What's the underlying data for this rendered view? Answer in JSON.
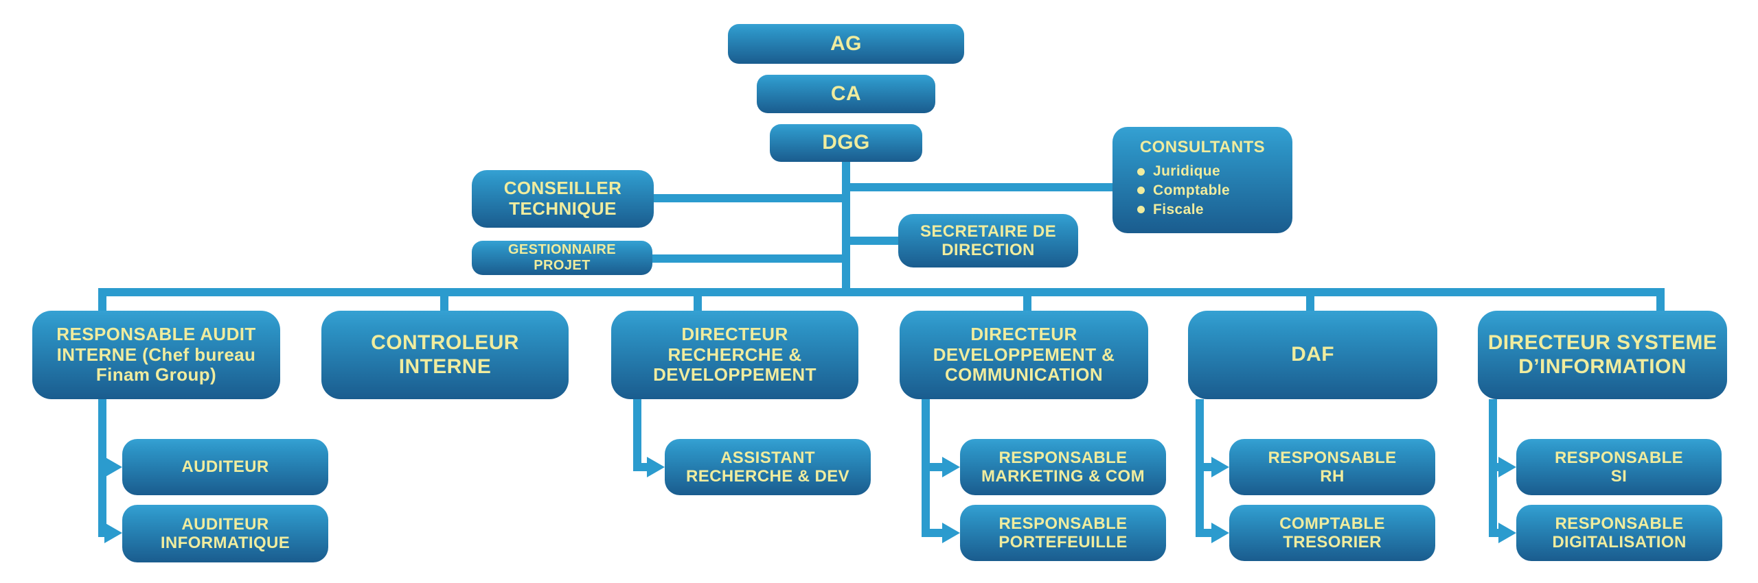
{
  "palette": {
    "connector": "#2B9BCE",
    "box_gradient_top": "#35A1D3",
    "box_gradient_bottom": "#1A5C8E",
    "text": "#F0EC9E",
    "background": "#FFFFFF"
  },
  "org": {
    "top": {
      "ag": "AG",
      "ca": "CA",
      "dgg": "DGG"
    },
    "staff": {
      "conseiller": "CONSEILLER\nTECHNIQUE",
      "gestionnaire": "GESTIONNAIRE\nPROJET",
      "secretaire": "SECRETAIRE DE\nDIRECTION",
      "consultants": {
        "title": "CONSULTANTS",
        "items": [
          "Juridique",
          "Comptable",
          "Fiscale"
        ]
      }
    },
    "row": {
      "audit": "RESPONSABLE AUDIT\nINTERNE (Chef bureau\nFinam Group)",
      "controleur": "CONTROLEUR\nINTERNE",
      "dir_rd": "DIRECTEUR\nRECHERCHE &\nDEVELOPPEMENT",
      "dir_dev": "DIRECTEUR\nDEVELOPPEMENT &\nCOMMUNICATION",
      "daf": "DAF",
      "dsi": "DIRECTEUR SYSTEME\nD’INFORMATION"
    },
    "sub": {
      "auditeur": "AUDITEUR",
      "auditeur_info": "AUDITEUR\nINFORMATIQUE",
      "assistant_rd": "ASSISTANT\nRECHERCHE & DEV",
      "resp_marketing": "RESPONSABLE\nMARKETING & COM",
      "resp_portefeuille": "RESPONSABLE\nPORTEFEUILLE",
      "resp_rh": "RESPONSABLE\nRH",
      "comptable": "COMPTABLE\nTRESORIER",
      "resp_si": "RESPONSABLE\nSI",
      "resp_digital": "RESPONSABLE\nDIGITALISATION"
    }
  }
}
